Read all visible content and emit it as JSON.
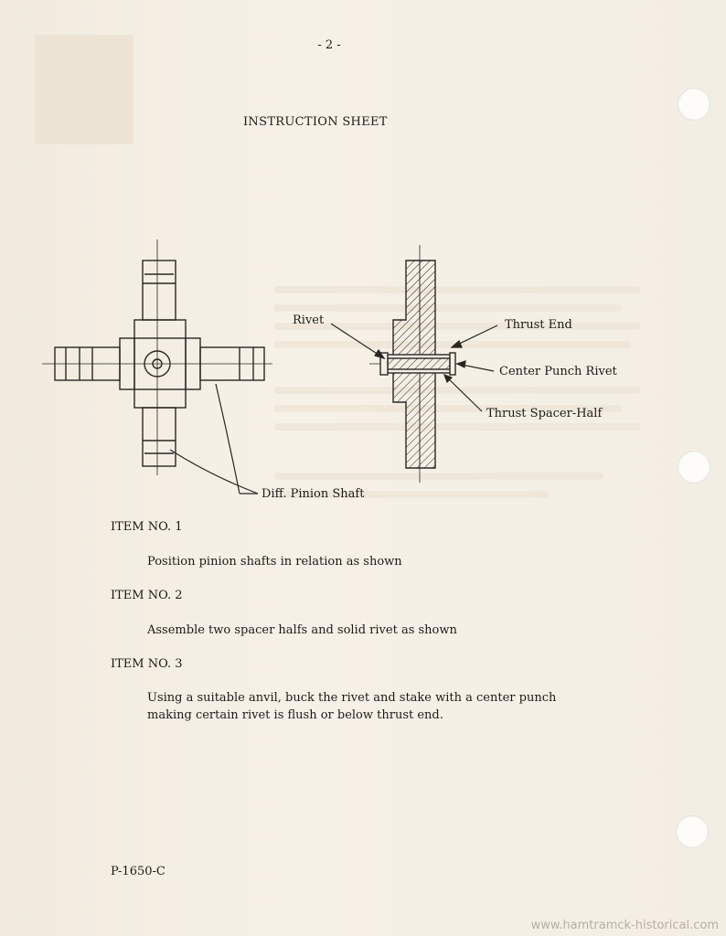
{
  "page_number": "- 2 -",
  "heading": "INSTRUCTION SHEET",
  "diagram_labels": {
    "rivet": "Rivet",
    "thrust_end": "Thrust End",
    "center_punch_rivet": "Center Punch Rivet",
    "thrust_spacer_half": "Thrust Spacer-Half",
    "diff_pinion_shaft": "Diff. Pinion Shaft"
  },
  "items": [
    {
      "title": "ITEM NO. 1",
      "text": "Position pinion shafts in relation as shown"
    },
    {
      "title": "ITEM NO. 2",
      "text": "Assemble two spacer halfs and solid rivet as shown"
    },
    {
      "title": "ITEM NO. 3",
      "text": "Using a suitable anvil, buck the rivet and stake with a center punch making certain rivet is flush or below thrust end."
    }
  ],
  "doc_code": "P-1650-C",
  "watermark": "www.hamtramck-historical.com"
}
